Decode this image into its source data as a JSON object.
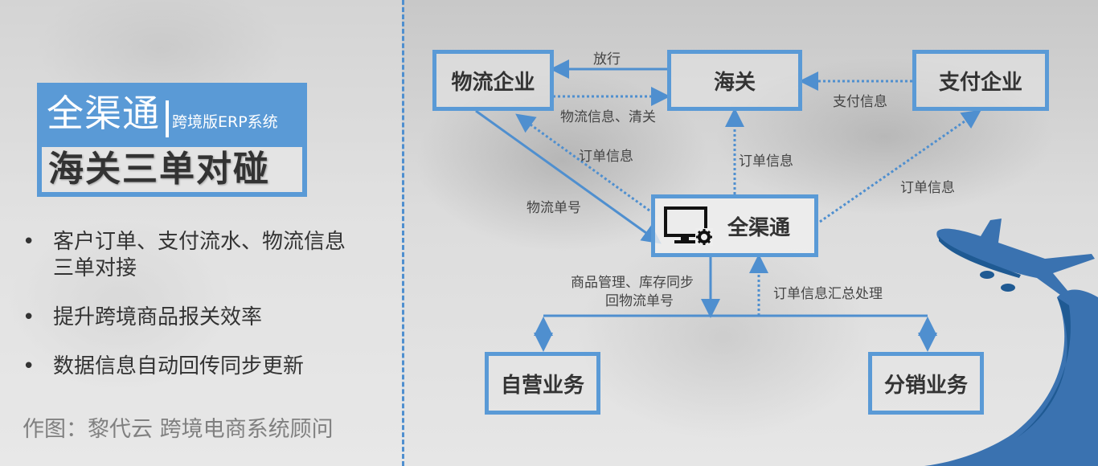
{
  "header": {
    "brand": "全渠通",
    "brand_subtitle": "跨境版ERP系统",
    "title": "海关三单对碰"
  },
  "bullets": [
    {
      "text": "客户订单、支付流水、物流信息三单对接"
    },
    {
      "text": "提升跨境商品报关效率"
    },
    {
      "text": "数据信息自动回传同步更新"
    }
  ],
  "bullet_symbol": "•",
  "credit": "作图：黎代云 跨境电商系统顾问",
  "diagram": {
    "nodes": {
      "logistics": "物流企业",
      "customs": "海关",
      "payment": "支付企业",
      "center": "全渠通",
      "self_run": "自营业务",
      "distribution": "分销业务"
    },
    "edges": {
      "release": "放行",
      "logistics_info_clearance": "物流信息、清关",
      "payment_info": "支付信息",
      "order_info_to_logistics": "订单信息",
      "order_info_to_customs": "订单信息",
      "order_info_to_payment": "订单信息",
      "tracking_number": "物流单号",
      "product_mgmt_line1": "商品管理、库存同步",
      "product_mgmt_line2": "回物流单号",
      "order_summary": "订单信息汇总处理"
    },
    "center_icon": "computer-gear-icon"
  },
  "colors": {
    "accent": "#5a9ad6",
    "line": "#4f8fcf",
    "plane": "#2f6aa8",
    "text_dark": "#333333",
    "credit_gray": "#808080"
  }
}
